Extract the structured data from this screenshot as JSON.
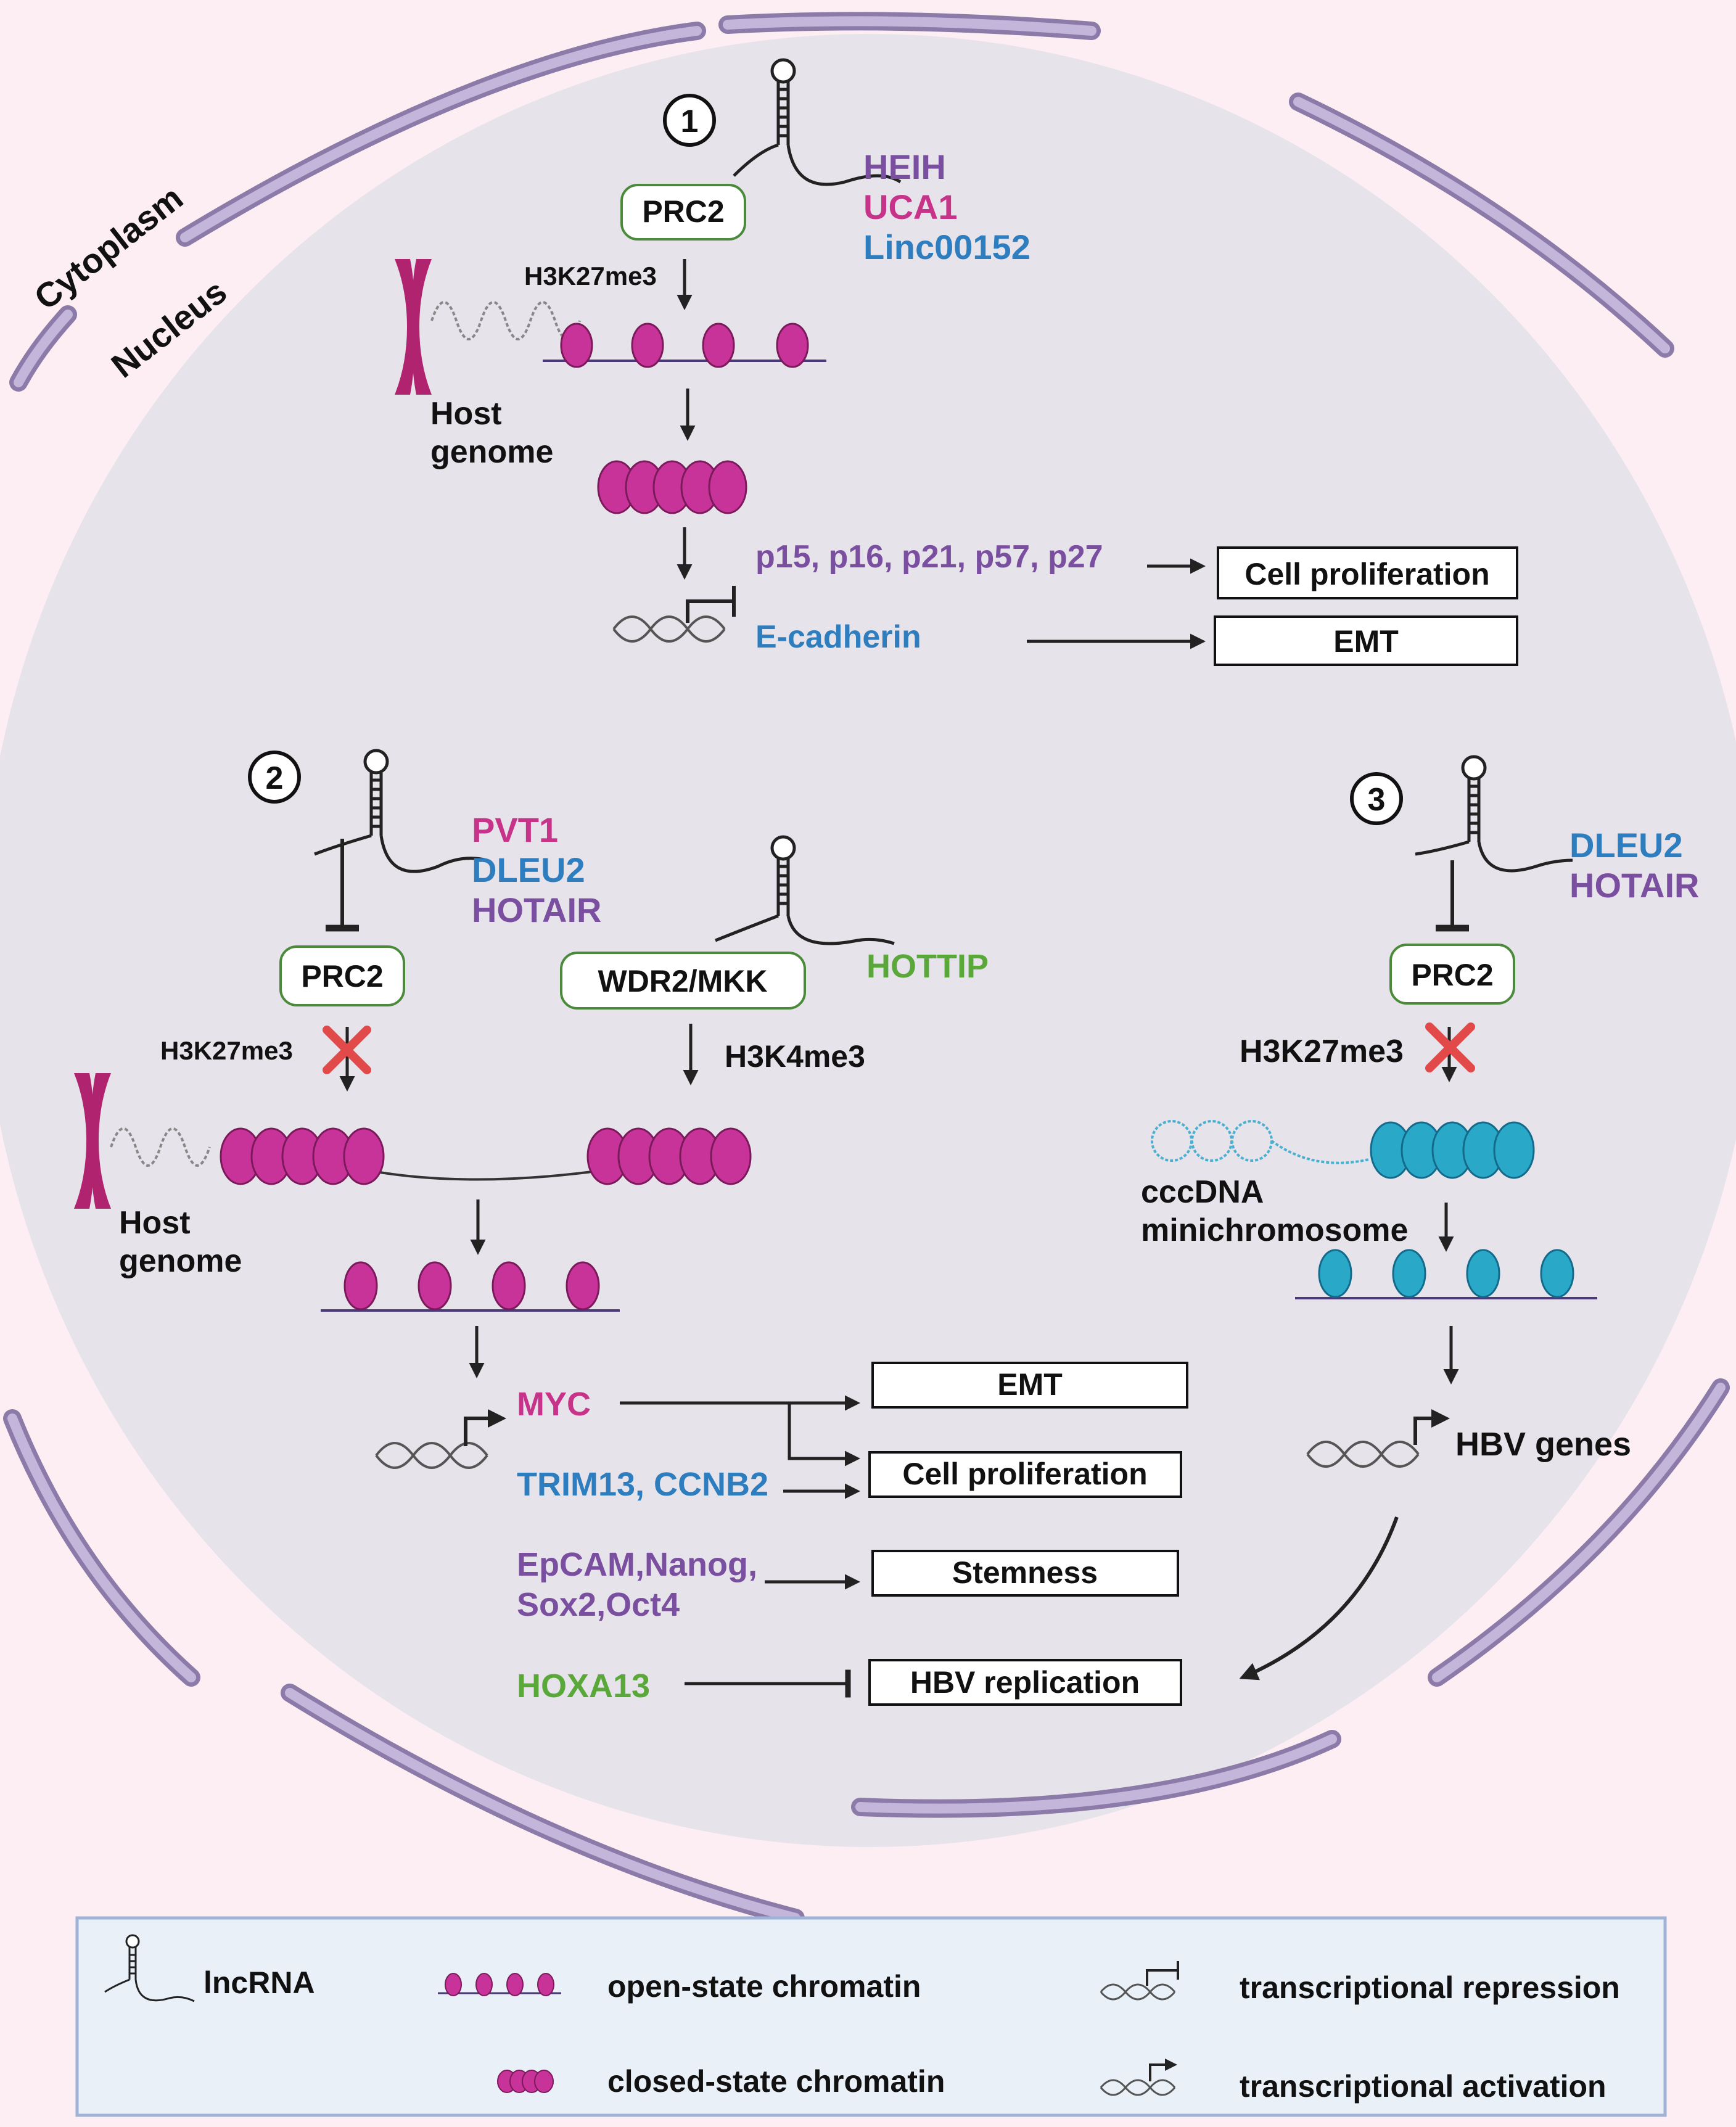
{
  "regions": {
    "cytoplasm": "Cytoplasm",
    "nucleus": "Nucleus"
  },
  "colors": {
    "purple": "#7b4fa0",
    "magenta": "#c8338a",
    "blue": "#2e7dbf",
    "green": "#5aa83a",
    "chromatin": "#c8339a",
    "cyan": "#29a8c8",
    "membrane": "#b7a6cf",
    "nucleus_fill": "#e6e3ea",
    "legend_fill": "#eaf0f8",
    "legend_border": "#9fb3d6"
  },
  "panel1": {
    "number": "1",
    "lncrnas": [
      "HEIH",
      "UCA1",
      "Linc00152"
    ],
    "complex": "PRC2",
    "mark": "H3K27me3",
    "genome_label": [
      "Host",
      "genome"
    ],
    "targets_cyclin": "p15, p16, p21, p57, p27",
    "target_ecad": "E-cadherin",
    "outcome_prolif": "Cell proliferation",
    "outcome_emt": "EMT"
  },
  "panel2": {
    "number": "2",
    "lncrnas": [
      "PVT1",
      "DLEU2",
      "HOTAIR"
    ],
    "complex": "PRC2",
    "mark": "H3K27me3",
    "complex2": "WDR2/MKK",
    "lncrna2": "HOTTIP",
    "mark2": "H3K4me3",
    "genome_label": [
      "Host",
      "genome"
    ],
    "target_myc": "MYC",
    "target_trim": "TRIM13, CCNB2",
    "target_stem": [
      "EpCAM,Nanog,",
      "Sox2,Oct4"
    ],
    "target_hoxa": "HOXA13",
    "outcome_emt": "EMT",
    "outcome_prolif": "Cell proliferation",
    "outcome_stem": "Stemness",
    "outcome_hbv": "HBV replication"
  },
  "panel3": {
    "number": "3",
    "lncrnas": [
      "DLEU2",
      "HOTAIR"
    ],
    "complex": "PRC2",
    "mark": "H3K27me3",
    "cccdna_label": [
      "cccDNA",
      "minichromosome"
    ],
    "hbv_genes": "HBV genes"
  },
  "legend": {
    "lncrna": "lncRNA",
    "open_chromatin": "open-state chromatin",
    "closed_chromatin": "closed-state chromatin",
    "repression": "transcriptional repression",
    "activation": "transcriptional activation"
  }
}
